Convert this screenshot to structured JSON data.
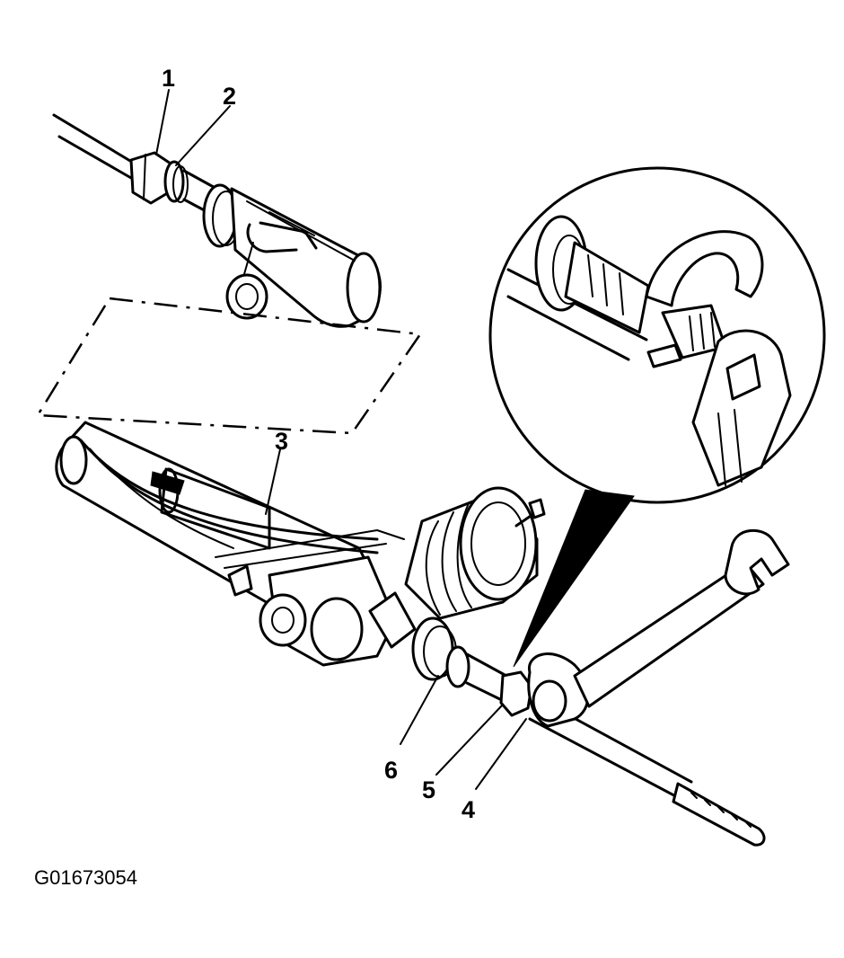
{
  "figure_id": "G01673054",
  "callouts": {
    "c1": "1",
    "c2": "2",
    "c3": "3",
    "c4": "4",
    "c5": "5",
    "c6": "6"
  },
  "colors": {
    "ink": "#000000",
    "paper": "#ffffff"
  }
}
